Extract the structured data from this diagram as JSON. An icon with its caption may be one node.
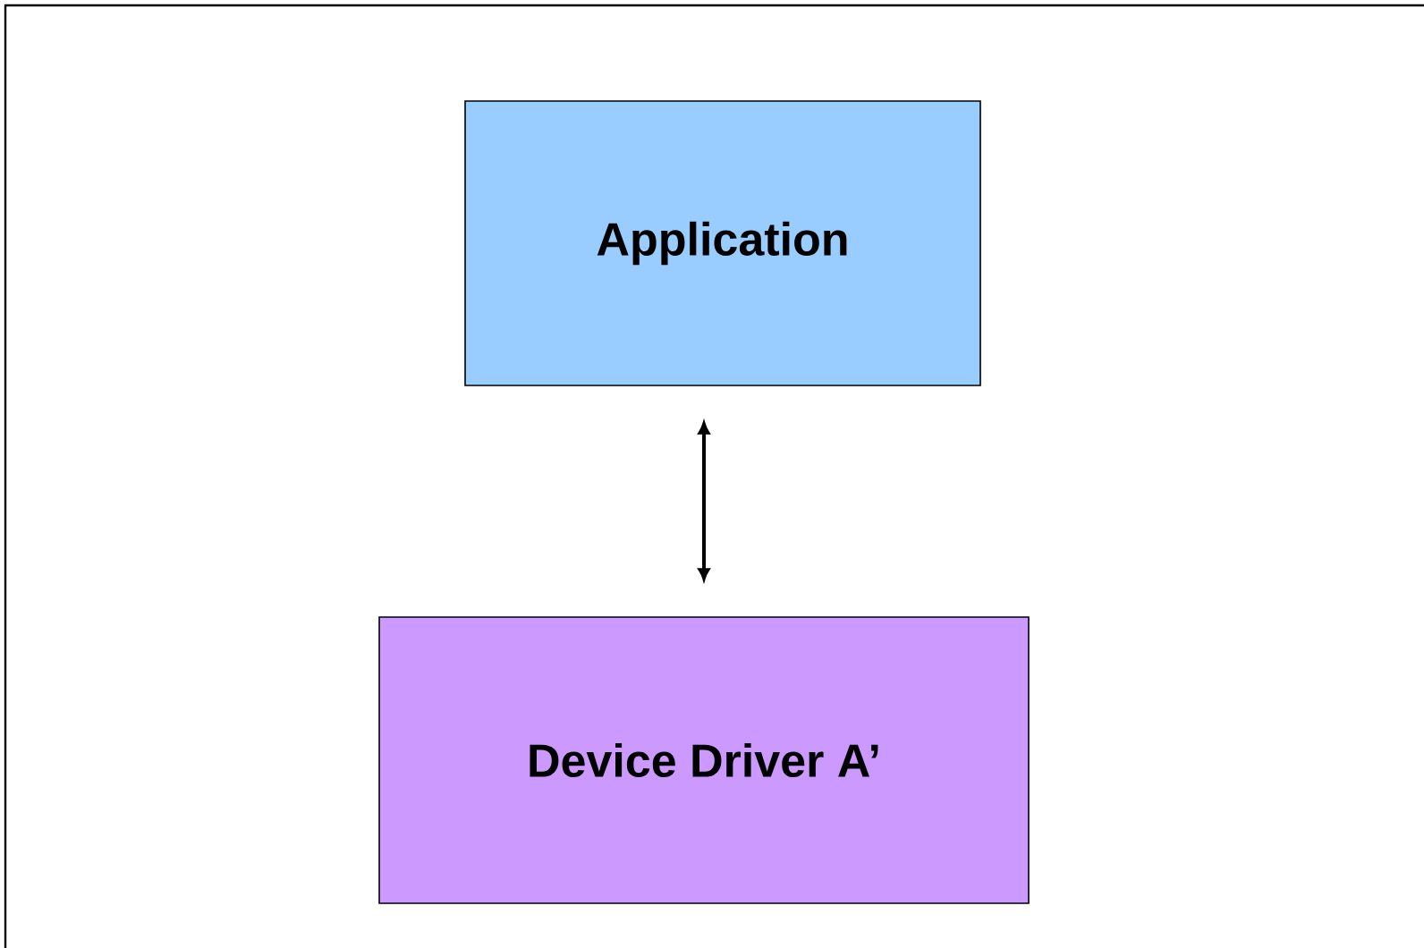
{
  "diagram": {
    "nodes": [
      {
        "text": [
          "Application"
        ]
      },
      {
        "text": [
          "Device Driver A’"
        ]
      }
    ],
    "edges": [
      {
        "from": 0,
        "to": 1,
        "arrow": "both"
      }
    ]
  }
}
